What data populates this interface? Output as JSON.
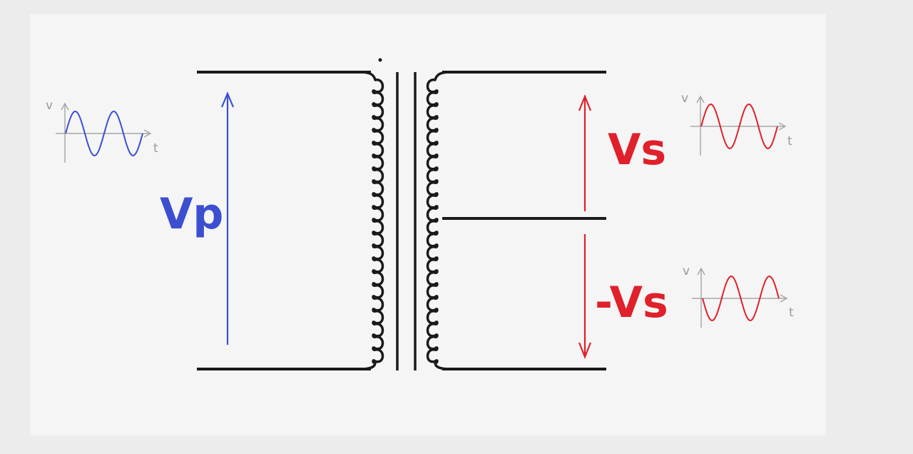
{
  "labels": {
    "primary_voltage": "Vp",
    "secondary_voltage_upper": "Vs",
    "secondary_voltage_lower": "-Vs"
  },
  "waveforms": {
    "primary": {
      "v_label": "v",
      "t_label": "t",
      "phase": "sine"
    },
    "secondary_upper": {
      "v_label": "v",
      "t_label": "t",
      "phase": "sine"
    },
    "secondary_lower": {
      "v_label": "v",
      "t_label": "t",
      "phase": "inverted"
    }
  },
  "colors": {
    "wire": "#1a1a1a",
    "primary": "#3b4fd0",
    "secondary": "#e0202a",
    "axis": "#a8a8a8"
  }
}
